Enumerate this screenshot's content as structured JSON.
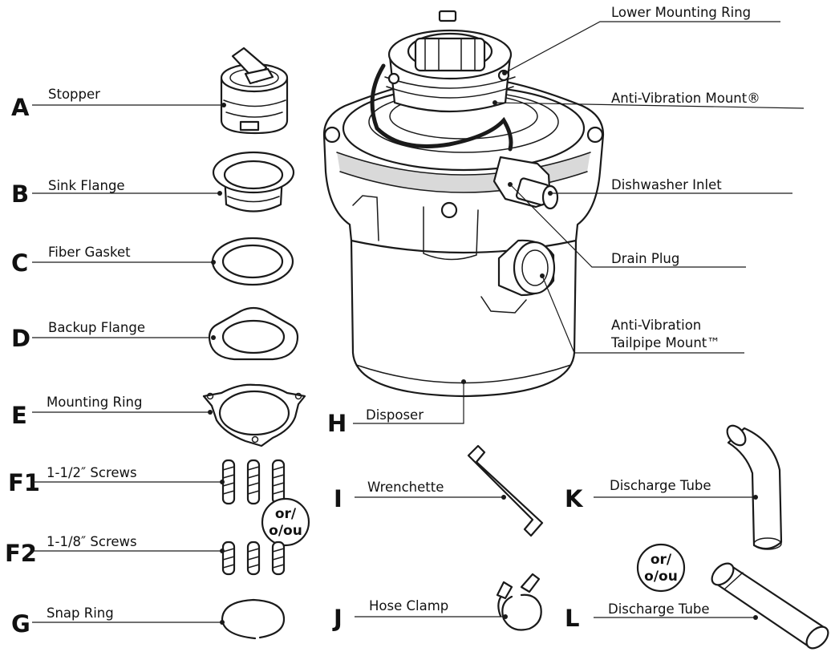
{
  "parts": [
    {
      "letter": "A",
      "label": "Stopper"
    },
    {
      "letter": "B",
      "label": "Sink Flange"
    },
    {
      "letter": "C",
      "label": "Fiber Gasket"
    },
    {
      "letter": "D",
      "label": "Backup Flange"
    },
    {
      "letter": "E",
      "label": "Mounting Ring"
    },
    {
      "letter": "F1",
      "label": "1-1/2″ Screws"
    },
    {
      "letter": "F2",
      "label": "1-1/8″ Screws"
    },
    {
      "letter": "G",
      "label": "Snap Ring"
    },
    {
      "letter": "H",
      "label": "Disposer"
    },
    {
      "letter": "I",
      "label": "Wrenchette"
    },
    {
      "letter": "J",
      "label": "Hose Clamp"
    },
    {
      "letter": "K",
      "label": "Discharge Tube"
    },
    {
      "letter": "L",
      "label": "Discharge Tube"
    }
  ],
  "callouts": [
    {
      "label": "Lower Mounting Ring"
    },
    {
      "label": "Anti-Vibration Mount®"
    },
    {
      "label": "Dishwasher Inlet"
    },
    {
      "label": "Drain Plug"
    },
    {
      "label": "Anti-Vibration",
      "label2": "Tailpipe Mount™"
    }
  ],
  "or_badges": [
    {
      "line1": "or/",
      "line2": "o/ou"
    },
    {
      "line1": "or/",
      "line2": "o/ou"
    }
  ]
}
